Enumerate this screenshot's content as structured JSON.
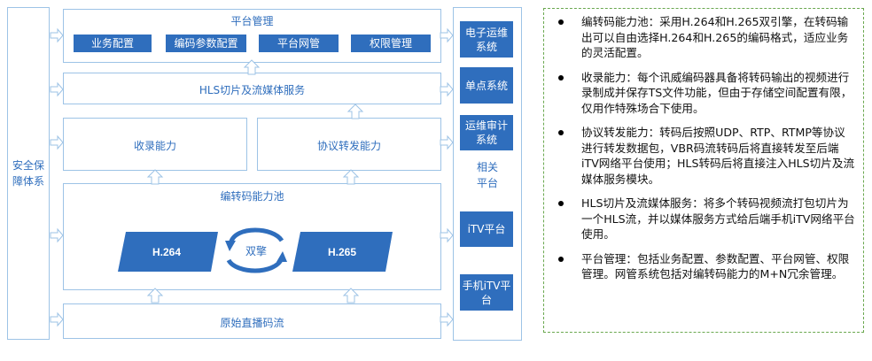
{
  "left_column": {
    "label": "安全保障体系"
  },
  "platform_mgmt": {
    "title": "平台管理",
    "buttons": [
      "业务配置",
      "编码参数配置",
      "平台网管",
      "权限管理"
    ]
  },
  "hls_service": {
    "label": "HLS切片及流媒体服务"
  },
  "record": {
    "label": "收录能力"
  },
  "protocol_forward": {
    "label": "协议转发能力"
  },
  "codec_pool": {
    "title": "编转码能力池",
    "codec_left": "H.264",
    "codec_right": "H.265",
    "engine_label": "双擎"
  },
  "raw_stream": {
    "label": "原始直播码流"
  },
  "related_platforms": {
    "title": "相关平台",
    "items": [
      "电子运维系统",
      "单点系统",
      "运维审计系统",
      "iTV平台",
      "手机iTV平台"
    ]
  },
  "notes": [
    "编转码能力池：采用H.264和H.265双引擎，在转码输出可以自由选择H.264和H.265的编码格式，适应业务的灵活配置。",
    "收录能力：每个讯威编码器具备将转码输出的视频进行录制成并保存TS文件功能，但由于存储空间配置有限，仅用作特殊场合下使用。",
    "协议转发能力：转码后按照UDP、RTP、RTMP等协议进行转发数据包，VBR码流转码后将直接转发至后端iTV网络平台使用；HLS转码后将直接注入HLS切片及流媒体服务模块。",
    "HLS切片及流媒体服务：将多个转码视频流打包切片为一个HLS流，并以媒体服务方式给后端手机iTV网络平台使用。",
    "平台管理：包括业务配置、参数配置、平台网管、权限管理。网管系统包括对编转码能力的M+N冗余管理。"
  ],
  "colors": {
    "accent": "#2f6ebd",
    "border": "#9dc3e6",
    "notes_border": "#6aa84f"
  }
}
